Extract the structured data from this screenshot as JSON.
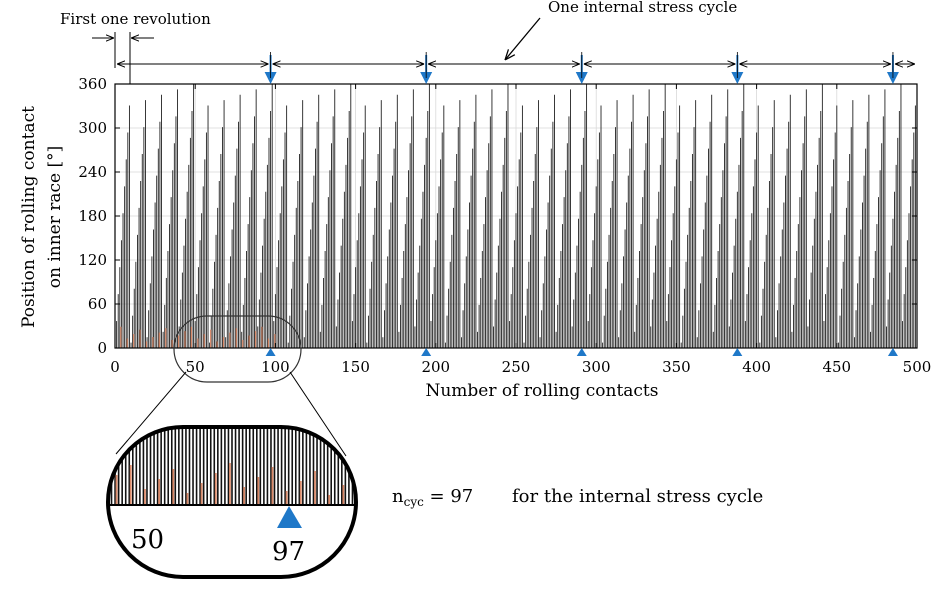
{
  "chart_data": {
    "type": "bar",
    "xlabel": "Number of rolling contacts",
    "ylabel_line1": "Position of rolling contact",
    "ylabel_line2": "on inner race [°]",
    "xlim": [
      0,
      500
    ],
    "ylim": [
      0,
      360
    ],
    "x_ticks": [
      "0",
      "50",
      "100",
      "150",
      "200",
      "250",
      "300",
      "350",
      "400",
      "450",
      "500"
    ],
    "y_ticks": [
      "0",
      "60",
      "120",
      "180",
      "240",
      "300",
      "360"
    ],
    "contacts_per_revolution": 9.8,
    "cycle_markers": [
      97,
      194,
      291,
      388,
      485
    ],
    "highlight_color": "#d98a6a",
    "marker_color": "#1f78c8",
    "grid": true
  },
  "annotations": {
    "first_revolution": "First one revolution",
    "stress_cycle": "One internal stress cycle",
    "zoom_left": "50",
    "zoom_right": "97",
    "ncyc_symbol": "n",
    "ncyc_sub": "cyc",
    "ncyc_value": " = 97",
    "ncyc_text": "for the internal stress cycle"
  }
}
